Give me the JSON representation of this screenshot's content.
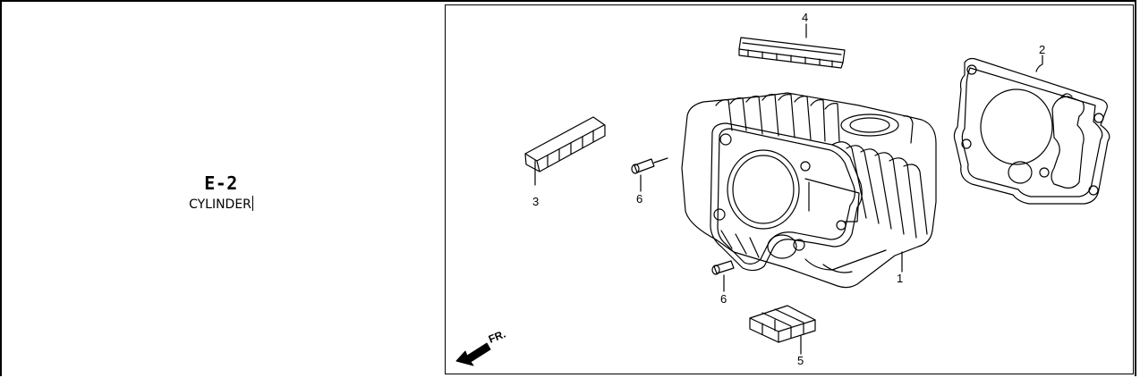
{
  "section": {
    "code": "E-2",
    "name": "CYLINDER"
  },
  "diagram": {
    "callouts": [
      {
        "id": "c1",
        "label": "1"
      },
      {
        "id": "c2",
        "label": "2"
      },
      {
        "id": "c3",
        "label": "3"
      },
      {
        "id": "c4",
        "label": "4"
      },
      {
        "id": "c5",
        "label": "5"
      },
      {
        "id": "c6a",
        "label": "6"
      },
      {
        "id": "c6b",
        "label": "6"
      }
    ],
    "front_indicator": {
      "label": "FR."
    }
  }
}
